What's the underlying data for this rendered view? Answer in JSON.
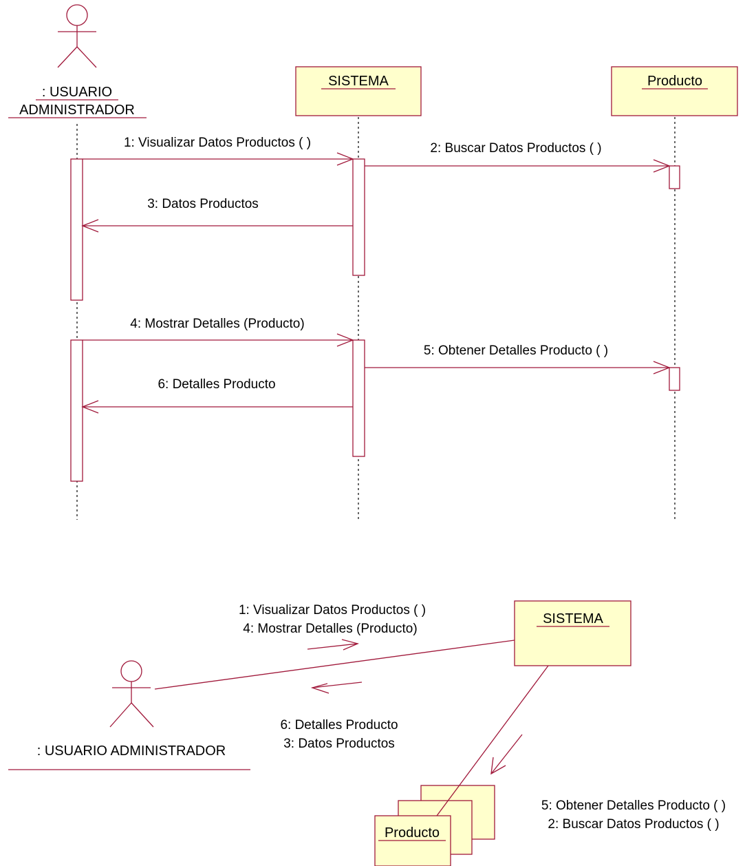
{
  "sequence": {
    "actor": {
      "label_line1": ": USUARIO",
      "label_line2": "ADMINISTRADOR"
    },
    "objects": {
      "sistema": "SISTEMA",
      "producto": "Producto"
    },
    "messages": [
      "1: Visualizar Datos Productos ( )",
      "2: Buscar Datos Productos ( )",
      "3: Datos Productos",
      "4: Mostrar Detalles (Producto)",
      "5: Obtener Detalles Producto ( )",
      "6: Detalles Producto"
    ]
  },
  "collaboration": {
    "actor_label": ": USUARIO ADMINISTRADOR",
    "sistema": "SISTEMA",
    "producto": "Producto",
    "forward_messages": [
      "1: Visualizar Datos Productos ( )",
      "4: Mostrar Detalles (Producto)"
    ],
    "return_messages": [
      "6: Detalles Producto",
      "3: Datos Productos"
    ],
    "producto_messages": [
      "5: Obtener Detalles Producto ( )",
      "2: Buscar Datos Productos ( )"
    ]
  },
  "colors": {
    "line": "#a0183a",
    "object_fill": "#ffffcc"
  }
}
